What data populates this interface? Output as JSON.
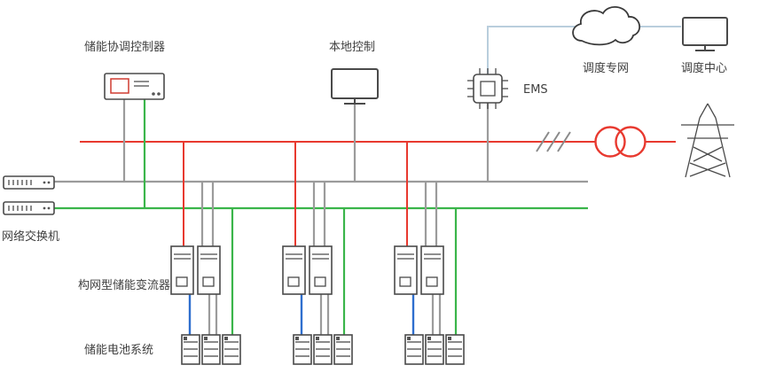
{
  "diagram": {
    "labels": {
      "coordinator": "储能协调控制器",
      "local_control": "本地控制",
      "ems": "EMS",
      "dispatch_network": "调度专网",
      "dispatch_center": "调度中心",
      "network_switch": "网络交换机",
      "converter": "构网型储能变流器",
      "battery_system": "储能电池系统"
    },
    "colors": {
      "ac_power_line": "#e8392f",
      "comm_line": "#9b9b9b",
      "ethernet_line": "#3ab54a",
      "dc_link_line": "#2f6fce",
      "cloud_link_line": "#b9cedd",
      "icon_stroke": "#4a4a4a",
      "label_text": "#3f3f3f"
    },
    "icons": {
      "coordinator-controller-icon": "rack controller device",
      "local-control-monitor-icon": "desktop monitor",
      "ems-chip-icon": "IC chip",
      "dispatch-network-cloud-icon": "cloud",
      "dispatch-center-monitor-icon": "desktop monitor",
      "network-switch-icon": "ethernet switch, two stacked units",
      "pcs-cabinet-icon": "converter cabinet pair",
      "battery-rack-icon": "battery rack trio",
      "transformer-icon": "two overlapping circles",
      "line-break-icon": "triple slash on power line",
      "transmission-tower-icon": "lattice transmission tower"
    },
    "unit_count": 3
  }
}
